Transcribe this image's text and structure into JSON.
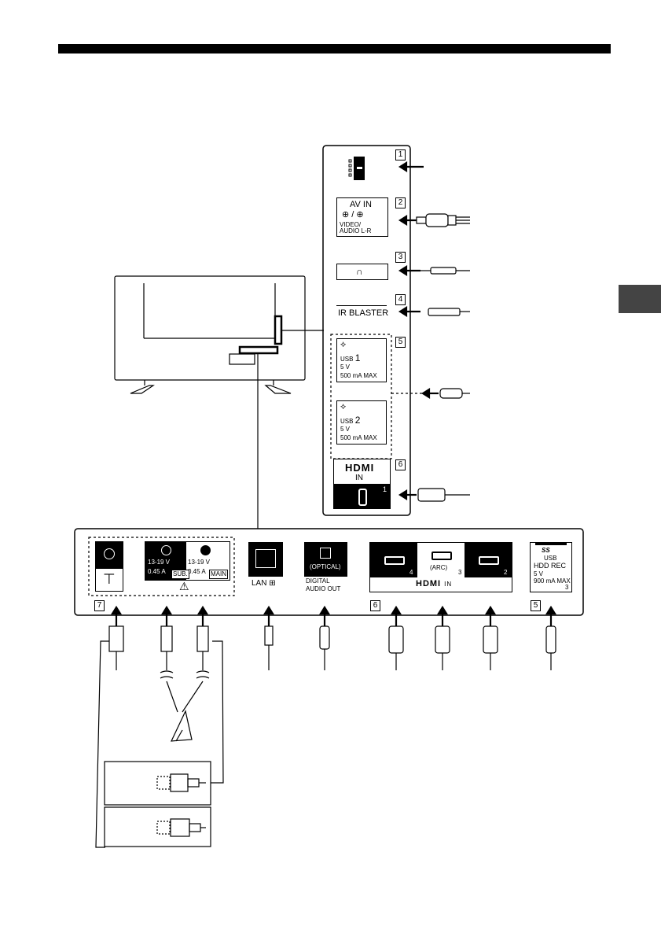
{
  "side_panel": {
    "num1": "1",
    "num2": "2",
    "num3": "3",
    "num4": "4",
    "num5": "5",
    "num6": "6",
    "av_in": {
      "title": "AV IN",
      "sub": "VIDEO/",
      "sub2": "AUDIO L-R"
    },
    "ir_blaster": "IR BLASTER",
    "usb1": {
      "label": "USB",
      "num": "1",
      "volt": "5 V",
      "current": "500 mA MAX"
    },
    "usb2": {
      "label": "USB",
      "num": "2",
      "volt": "5 V",
      "current": "500 mA MAX"
    },
    "hdmi": {
      "logo": "HDMI",
      "in": "IN",
      "num": "1"
    }
  },
  "bottom_panel": {
    "num7": "7",
    "num6": "6",
    "num5": "5",
    "sat_sub": {
      "v": "13-19 V",
      "a": "0.45 A",
      "label": "SUB."
    },
    "sat_main": {
      "v": "13-19 V",
      "a": "0.45 A",
      "label": "MAIN"
    },
    "lan": "LAN",
    "optical": {
      "label": "(OPTICAL)",
      "digital": "DIGITAL",
      "out": "AUDIO OUT"
    },
    "hdmi": {
      "p4": "4",
      "arc": "(ARC)",
      "p3": "3",
      "p2": "2",
      "logo": "HDMI",
      "in": "IN"
    },
    "usb_hdd": {
      "ss": "SS",
      "usb": "USB",
      "hdd": "HDD REC",
      "volt": "5 V",
      "current": "900 mA MAX",
      "num": "3"
    }
  },
  "icons": {
    "usb": "usb-icon",
    "headphone": "headphone-icon",
    "antenna": "antenna-icon",
    "satellite": "satellite-dish-icon",
    "lan": "network-icon"
  }
}
